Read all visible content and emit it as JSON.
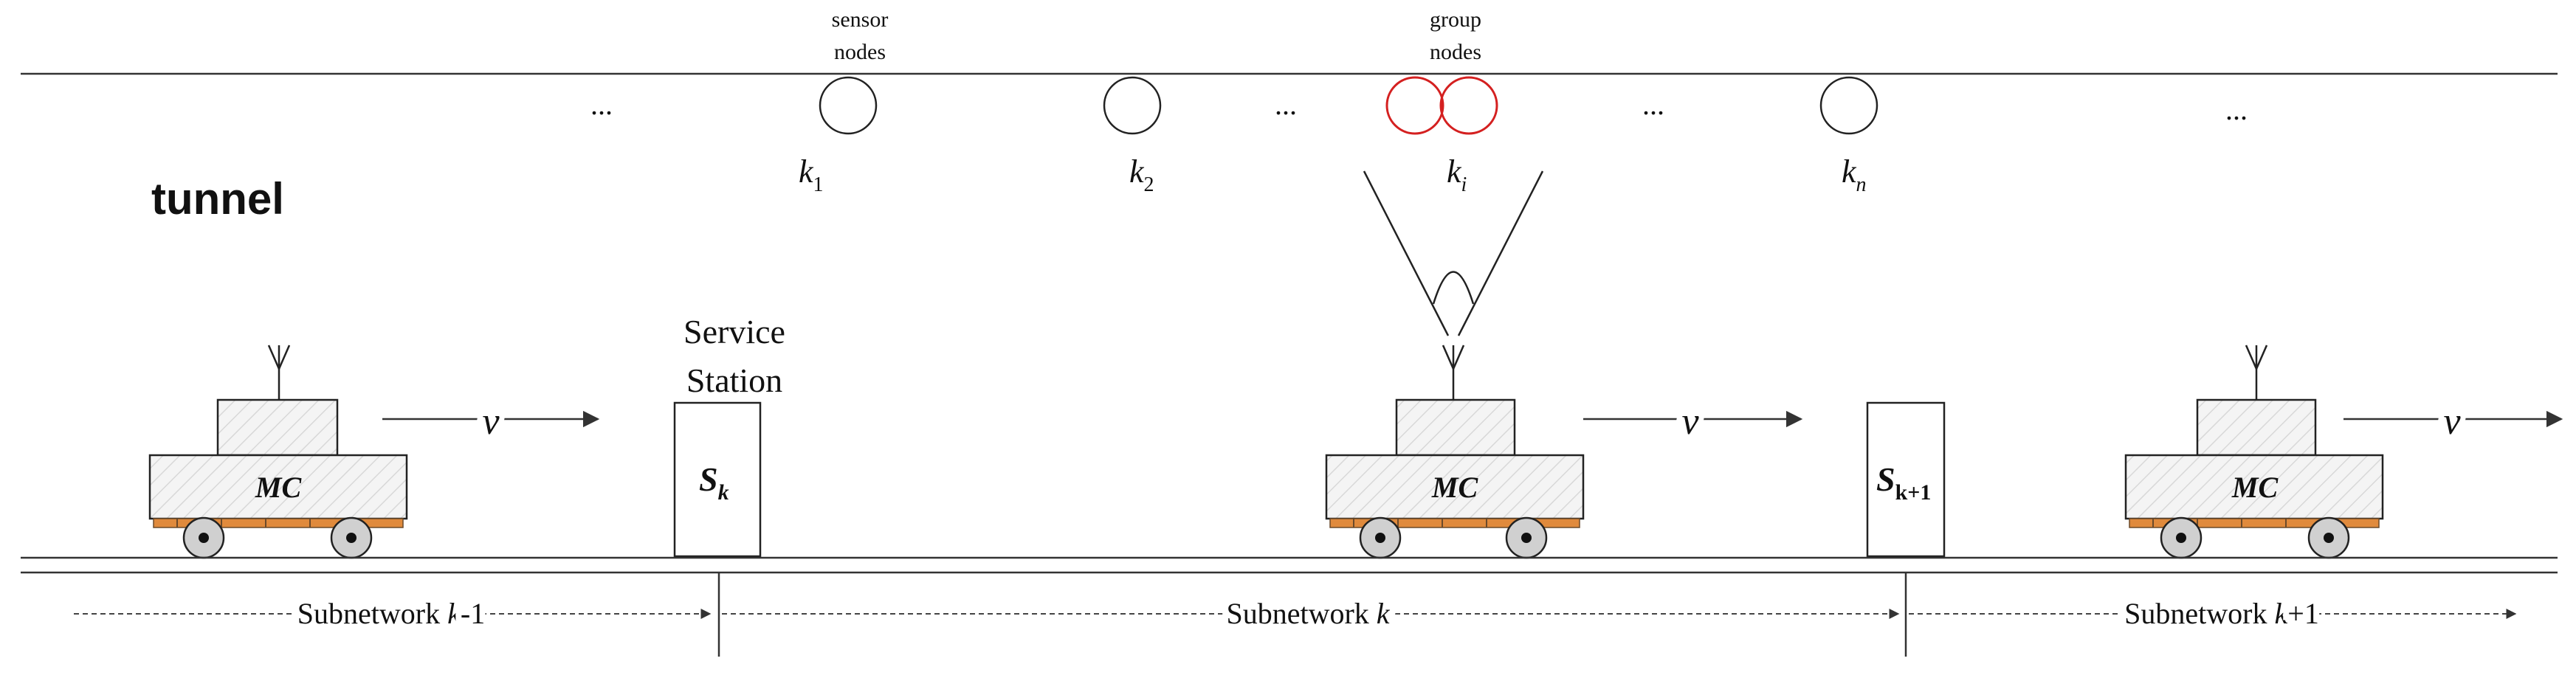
{
  "labels": {
    "sensor_nodes_line1": "sensor",
    "sensor_nodes_line2": "nodes",
    "group_nodes_line1": "group",
    "group_nodes_line2": "nodes",
    "tunnel": "tunnel",
    "service_station_line1": "Service",
    "service_station_line2": "Station",
    "ellipsis": "...",
    "velocity": "v"
  },
  "nodes": [
    {
      "base": "k",
      "sub": "1"
    },
    {
      "base": "k",
      "sub": "2"
    },
    {
      "base": "k",
      "sub": "i"
    },
    {
      "base": "k",
      "sub": "n"
    }
  ],
  "stations": [
    {
      "base": "S",
      "sub": "k"
    },
    {
      "base": "S",
      "sub": "k+1"
    }
  ],
  "vehicles": [
    {
      "label": "MC"
    },
    {
      "label": "MC"
    },
    {
      "label": "MC"
    }
  ],
  "subnetworks": [
    {
      "prefix": "Subnetwork ",
      "var": "k",
      "suffix": "-1"
    },
    {
      "prefix": "Subnetwork ",
      "var": "k",
      "suffix": ""
    },
    {
      "prefix": "Subnetwork ",
      "var": "k",
      "suffix": "+1"
    }
  ],
  "colors": {
    "line": "#222222",
    "group_node": "#d42020",
    "track": "#e08a3c",
    "vehicle_fill": "#f2f2f2",
    "wheel": "#cccccc"
  }
}
